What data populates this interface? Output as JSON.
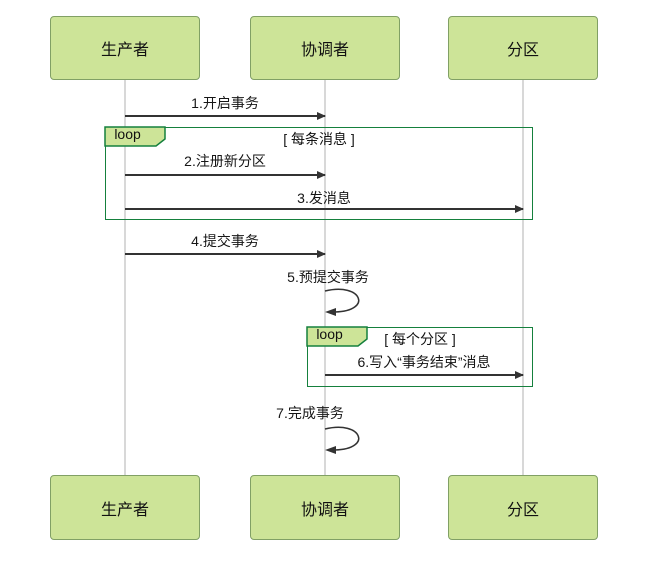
{
  "diagram": {
    "type": "sequence-diagram",
    "actors": [
      {
        "id": "producer",
        "name": "生产者"
      },
      {
        "id": "coordinator",
        "name": "协调者"
      },
      {
        "id": "partition",
        "name": "分区"
      }
    ],
    "messages": [
      {
        "label": "1.开启事务",
        "from": "生产者",
        "to": "协调者",
        "type": "arrow"
      },
      {
        "label": "2.注册新分区",
        "from": "生产者",
        "to": "协调者",
        "type": "arrow"
      },
      {
        "label": "3.发消息",
        "from": "生产者",
        "to": "分区",
        "type": "arrow"
      },
      {
        "label": "4.提交事务",
        "from": "生产者",
        "to": "协调者",
        "type": "arrow"
      },
      {
        "label": "5.预提交事务",
        "from": "协调者",
        "to": "协调者",
        "type": "self"
      },
      {
        "label": "6.写入“事务结束”消息",
        "from": "协调者",
        "to": "分区",
        "type": "arrow"
      },
      {
        "label": "7.完成事务",
        "from": "协调者",
        "to": "协调者",
        "type": "self"
      }
    ],
    "loops": [
      {
        "tag": "loop",
        "condition": "[ 每条消息 ]",
        "contains": [
          "2.注册新分区",
          "3.发消息"
        ]
      },
      {
        "tag": "loop",
        "condition": "[ 每个分区 ]",
        "contains": [
          "6.写入“事务结束”消息"
        ]
      }
    ],
    "colors": {
      "actor-fill": "#cde498",
      "actor-border": "#81a065",
      "loop-border": "#15803d",
      "lifeline": "#d8d8d8",
      "signal": "#333333",
      "text": "#1a1a1a"
    }
  }
}
